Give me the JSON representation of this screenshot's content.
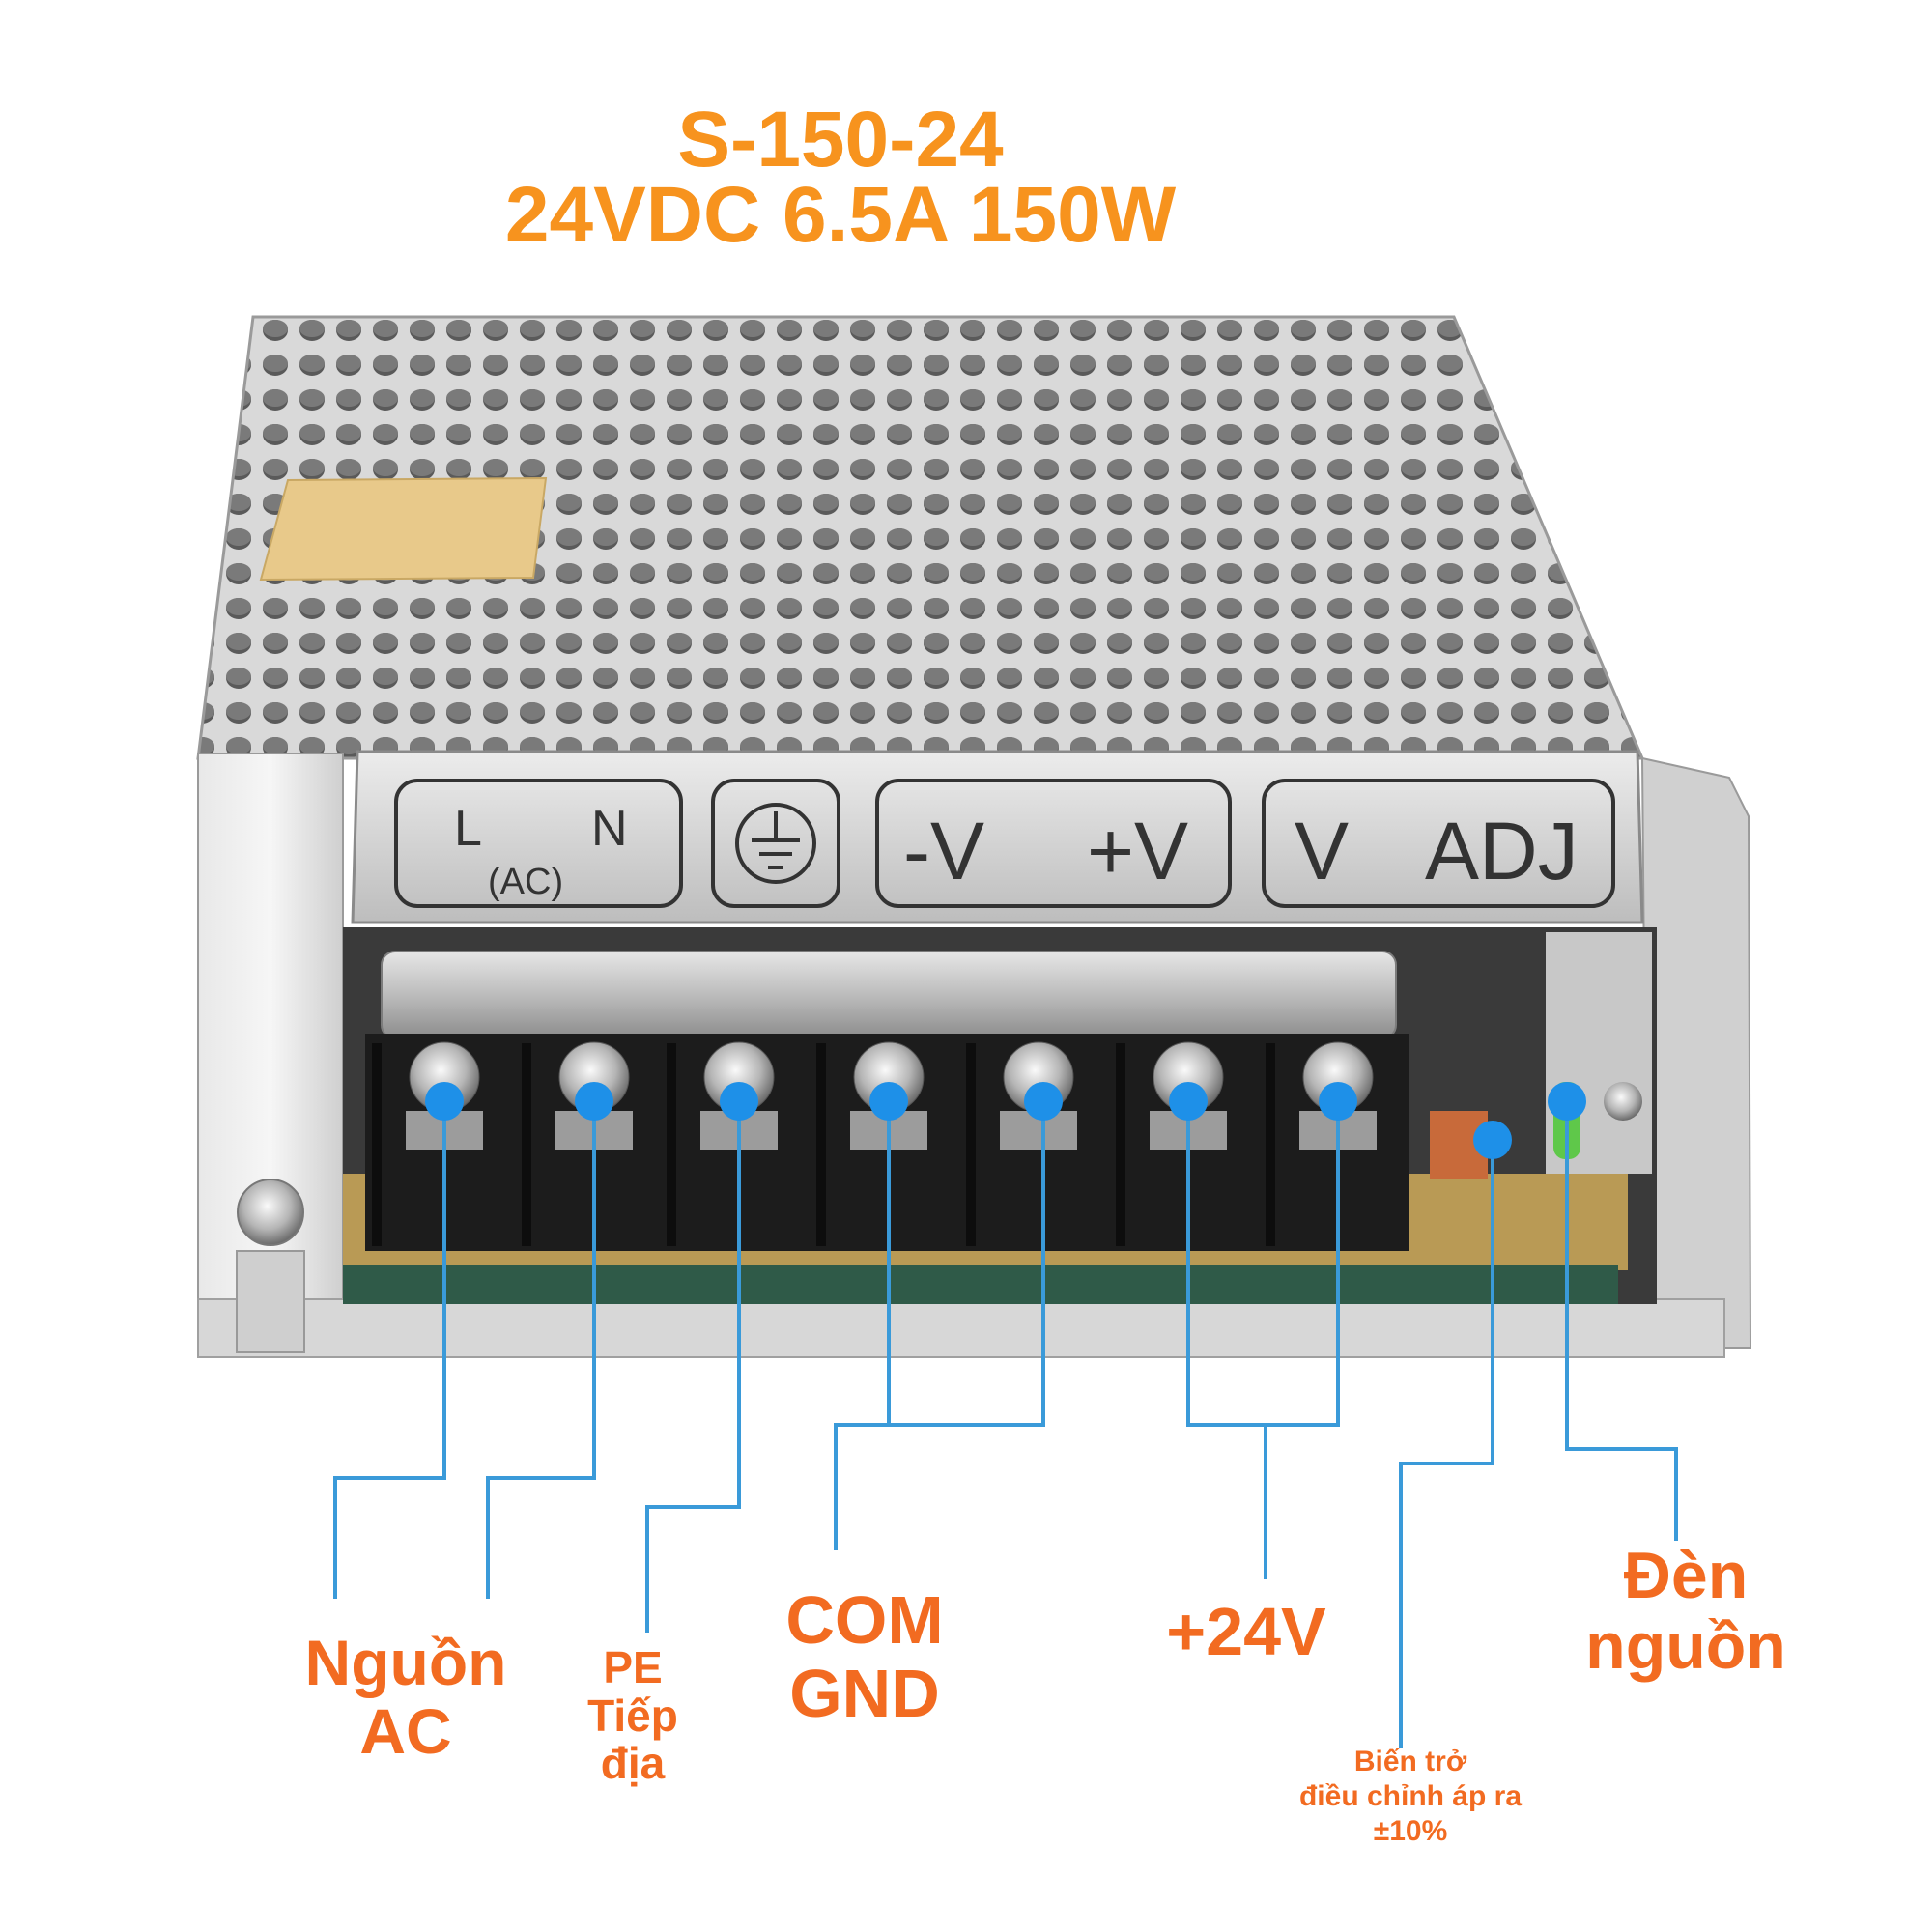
{
  "title": {
    "model": "S-150-24",
    "spec": "24VDC 6.5A 150W"
  },
  "panel": {
    "ac_l": "L",
    "ac_sub": "(AC)",
    "ac_n": "N",
    "ground_icon": "ground-icon",
    "minus_v": "-V",
    "plus_v": "+V",
    "v_adj_v": "V",
    "v_adj_adj": "ADJ"
  },
  "callouts": {
    "ac": {
      "line1": "Nguồn",
      "line2": "AC"
    },
    "pe": {
      "line1": "PE",
      "line2": "Tiếp",
      "line3": "địa"
    },
    "com": {
      "line1": "COM",
      "line2": "GND"
    },
    "plus24": {
      "line1": "+24V"
    },
    "pot": {
      "line1": "Biến trở",
      "line2": "điều chỉnh áp ra",
      "line3": "±10%"
    },
    "led": {
      "line1": "Đèn",
      "line2": "nguồn"
    }
  },
  "colors": {
    "title": "#f7931e",
    "label": "#f26b21",
    "marker": "#1e90e8",
    "leader": "#3a9ad9"
  }
}
